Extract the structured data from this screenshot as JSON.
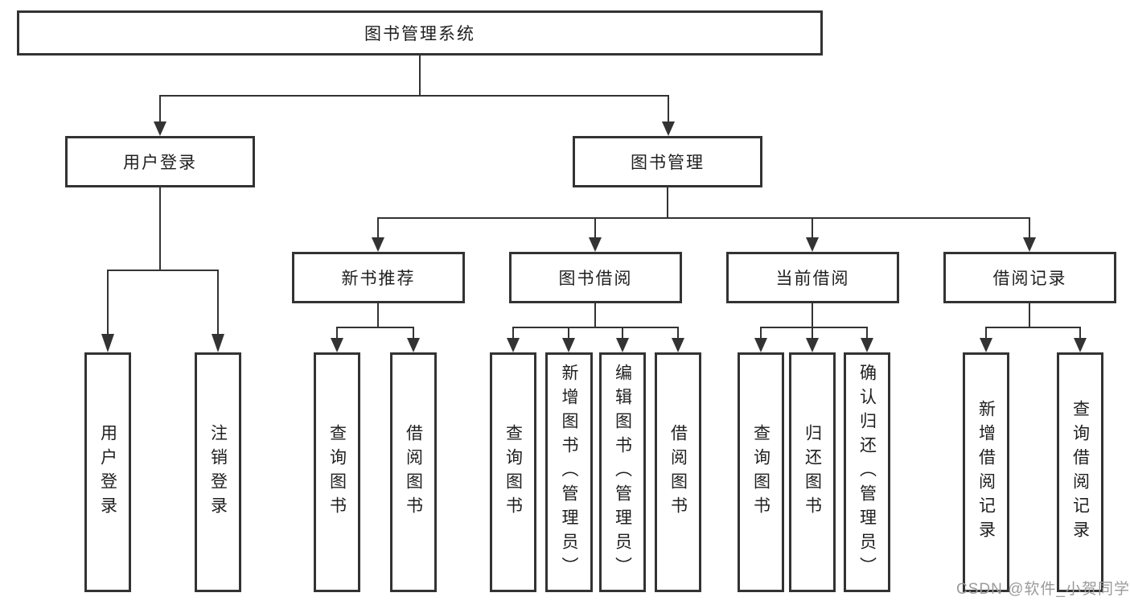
{
  "diagram": {
    "title": {
      "label": "图书管理系统"
    },
    "level2": [
      {
        "label": "用户登录"
      },
      {
        "label": "图书管理"
      }
    ],
    "level3": [
      {
        "label": "新书推荐"
      },
      {
        "label": "图书借阅"
      },
      {
        "label": "当前借阅"
      },
      {
        "label": "借阅记录"
      }
    ],
    "leaves": [
      {
        "label": "用户登录"
      },
      {
        "label": "注销登录"
      },
      {
        "label": "查询图书"
      },
      {
        "label": "借阅图书"
      },
      {
        "label": "查询图书"
      },
      {
        "label": "新增图书（管理员）"
      },
      {
        "label": "编辑图书（管理员）"
      },
      {
        "label": "借阅图书"
      },
      {
        "label": "查询图书"
      },
      {
        "label": "归还图书"
      },
      {
        "label": "确认归还（管理员）"
      },
      {
        "label": "新增借阅记录"
      },
      {
        "label": "查询借阅记录"
      }
    ],
    "watermark": "CSDN @软件_小贺同学",
    "colors": {
      "border": "#333333",
      "line": "#333333",
      "text": "#1f1f1f",
      "watermark": "#9b9b9b",
      "background": "#ffffff"
    }
  }
}
